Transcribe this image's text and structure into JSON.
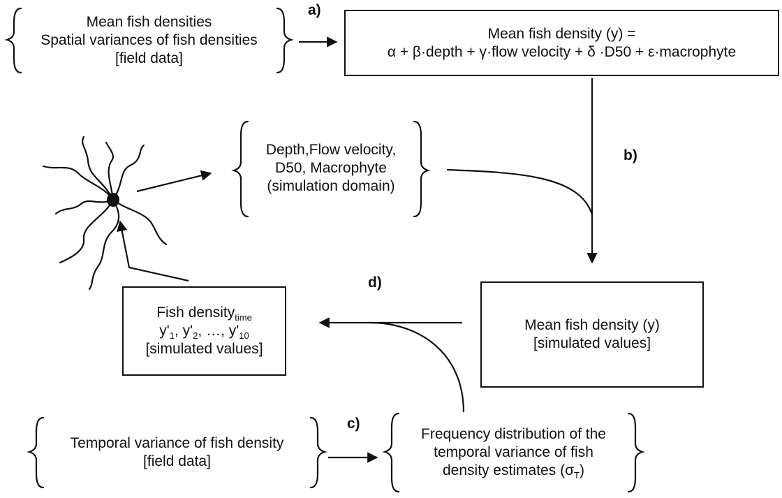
{
  "panels": {
    "a": "a)",
    "b": "b)",
    "c": "c)",
    "d": "d)"
  },
  "field_means": {
    "line1": "Mean fish densities",
    "line2": "Spatial variances of fish densities",
    "line3": "[field data]"
  },
  "regression": {
    "line1": "Mean fish density (y) =",
    "line2": "α + β·depth + γ·flow velocity + δ ·D50 + ε·macrophyte"
  },
  "domain_vars": {
    "line1": "Depth,Flow velocity,",
    "line2": "D50, Macrophyte",
    "line3": "(simulation domain)"
  },
  "mean_sim": {
    "line1": "Mean fish density (y)",
    "line2": "[simulated values]"
  },
  "fish_time": {
    "base": "Fish density",
    "base_sub": "time",
    "y1": "y'",
    "y1_sub": "1",
    "y2": ", y'",
    "y2_sub": "2",
    "rest": ", …, y'",
    "rest_sub": "10",
    "line3": "[simulated values]"
  },
  "temporal_field": {
    "line1": "Temporal variance of fish density",
    "line2": "[field data]"
  },
  "freq_dist": {
    "line1": "Frequency distribution of the",
    "line2": "temporal variance of fish",
    "line3": "density estimates (σ",
    "line3_sub": "T",
    "line3_end": ")"
  },
  "colors": {
    "stroke": "#111111",
    "background": "#ffffff"
  }
}
